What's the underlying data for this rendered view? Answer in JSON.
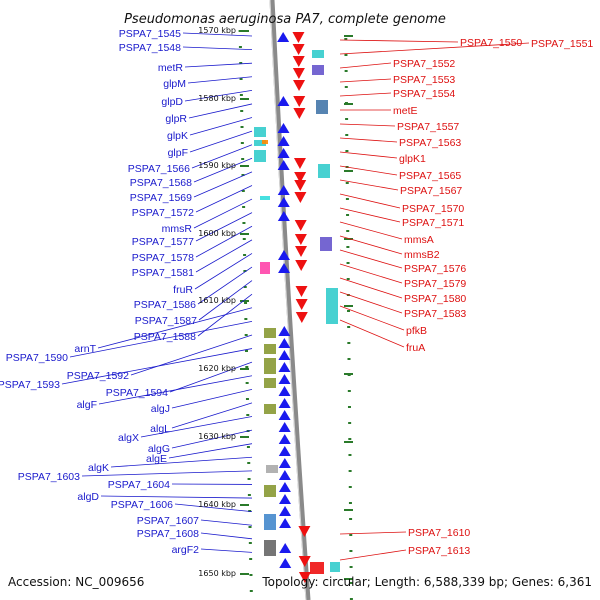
{
  "title": "Pseudomonas aeruginosa PA7, complete genome",
  "accession": "Accession: NC_009656",
  "topology": "Topology: circular; Length: 6,588,339 bp; Genes: 6,361",
  "colors": {
    "forward_label": "#1a1acc",
    "reverse_label": "#dd1111",
    "forward_arrow": "#1a1aee",
    "reverse_arrow": "#ee1111",
    "tick": "#2a7a2a",
    "backbone": "#8a8a8a"
  },
  "kbp_marks": [
    {
      "text": "1570 kbp"
    },
    {
      "text": "1580 kbp"
    },
    {
      "text": "1590 kbp"
    },
    {
      "text": "1600 kbp"
    },
    {
      "text": "1610 kbp"
    },
    {
      "text": "1620 kbp"
    },
    {
      "text": "1630 kbp"
    },
    {
      "text": "1640 kbp"
    },
    {
      "text": "1650 kbp"
    }
  ],
  "left_labels": [
    "PSPA7_1545",
    "PSPA7_1548",
    "metR",
    "glpM",
    "glpD",
    "glpR",
    "glpK",
    "glpF",
    "PSPA7_1566",
    "PSPA7_1568",
    "PSPA7_1569",
    "PSPA7_1572",
    "mmsR",
    "PSPA7_1577",
    "PSPA7_1578",
    "PSPA7_1581",
    "fruR",
    "PSPA7_1586",
    "PSPA7_1587",
    "PSPA7_1588",
    "arnT",
    "PSPA7_1590",
    "PSPA7_1592",
    "PSPA7_1593",
    "PSPA7_1594",
    "algF",
    "algJ",
    "algL",
    "algX",
    "algG",
    "algE",
    "algK",
    "PSPA7_1603",
    "PSPA7_1604",
    "algD",
    "PSPA7_1606",
    "PSPA7_1607",
    "PSPA7_1608",
    "argF2"
  ],
  "right_labels": [
    "PSPA7_1550",
    "PSPA7_1551",
    "PSPA7_1552",
    "PSPA7_1553",
    "PSPA7_1554",
    "metE",
    "PSPA7_1557",
    "PSPA7_1563",
    "glpK1",
    "PSPA7_1565",
    "PSPA7_1567",
    "PSPA7_1570",
    "PSPA7_1571",
    "mmsA",
    "mmsB2",
    "PSPA7_1576",
    "PSPA7_1579",
    "PSPA7_1580",
    "PSPA7_1583",
    "pfkB",
    "fruA",
    "PSPA7_1610",
    "PSPA7_1613"
  ]
}
